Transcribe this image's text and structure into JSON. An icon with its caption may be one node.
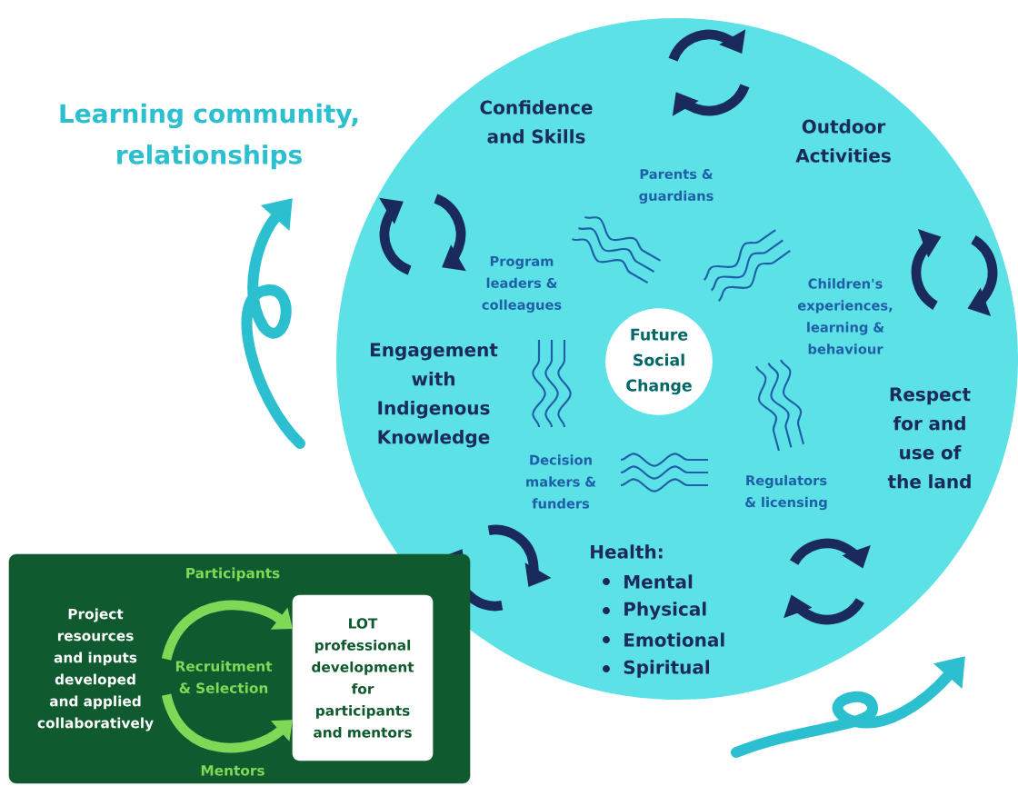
{
  "diagram": {
    "nodes": [
      {
        "text": [
          "Confidence and Skills",
          "Outdoor Activities",
          "Parents & guardians",
          "Program leaders & colleagues",
          "Children's experiences, learning & behaviour",
          "Engagement with Indigenous Knowledge",
          "Respect for and use of the land",
          "Decision makers & funders",
          "Regulators & licensing",
          "Health:",
          "Mental",
          "Physical",
          "Emotional",
          "Spiritual"
        ]
      },
      {
        "text": [
          "Future Social Change"
        ],
        "in": 0
      },
      {
        "text": [
          "Project resources and inputs developed and applied collaboratively"
        ]
      },
      {
        "text": [
          "LOT professional development for participants and mentors"
        ],
        "in": 2
      },
      {
        "text": [
          "Recruitment & Selection"
        ],
        "in": 2
      }
    ],
    "edges": [
      {
        "from": 4,
        "to": 3,
        "arrow": "to",
        "label": "Participants"
      },
      {
        "from": 4,
        "to": 3,
        "arrow": "to",
        "label": "Mentors"
      }
    ],
    "labels": [
      "Learning community, relationships"
    ]
  }
}
